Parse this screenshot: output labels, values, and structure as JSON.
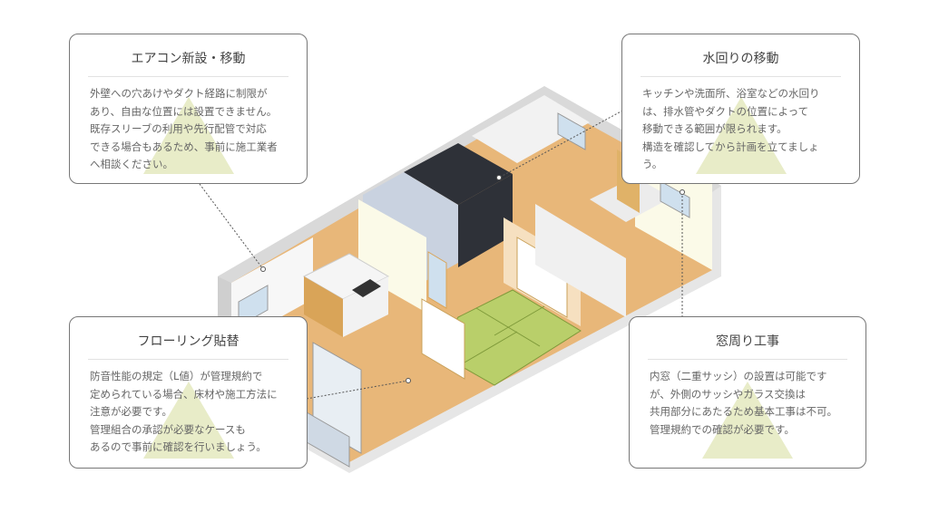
{
  "cards": {
    "aircon": {
      "title": "エアコン新設・移動",
      "lines": [
        "外壁への穴あけやダクト経路に制限が",
        "あり、自由な位置には設置できません。",
        "既存スリーブの利用や先行配管で対応",
        "できる場合もあるため、事前に施工業者",
        "へ相談ください。"
      ]
    },
    "water": {
      "title": "水回りの移動",
      "lines": [
        "キッチンや洗面所、浴室などの水回り",
        "は、排水管やダクトの位置によって",
        "移動できる範囲が限られます。",
        "構造を確認してから計画を立てましょ",
        "う。"
      ]
    },
    "flooring": {
      "title": "フローリング貼替",
      "lines": [
        "防音性能の規定（L値）が管理規約で",
        "定められている場合、床材や施工方法に",
        "注意が必要です。",
        "管理組合の承認が必要なケースも",
        "あるので事前に確認を行いましょう。"
      ]
    },
    "window": {
      "title": "窓周り工事",
      "lines": [
        "内窓（二重サッシ）の設置は可能です",
        "が、外側のサッシやガラス交換は",
        "共用部分にあたるため基本工事は不可。",
        "管理規約での確認が必要です。"
      ]
    }
  },
  "colors": {
    "floor": "#e8b779",
    "tatami": "#b9cf6a",
    "wall": "#f4f4f4",
    "accent": "#e8ecc8",
    "dark": "#2e3138"
  }
}
